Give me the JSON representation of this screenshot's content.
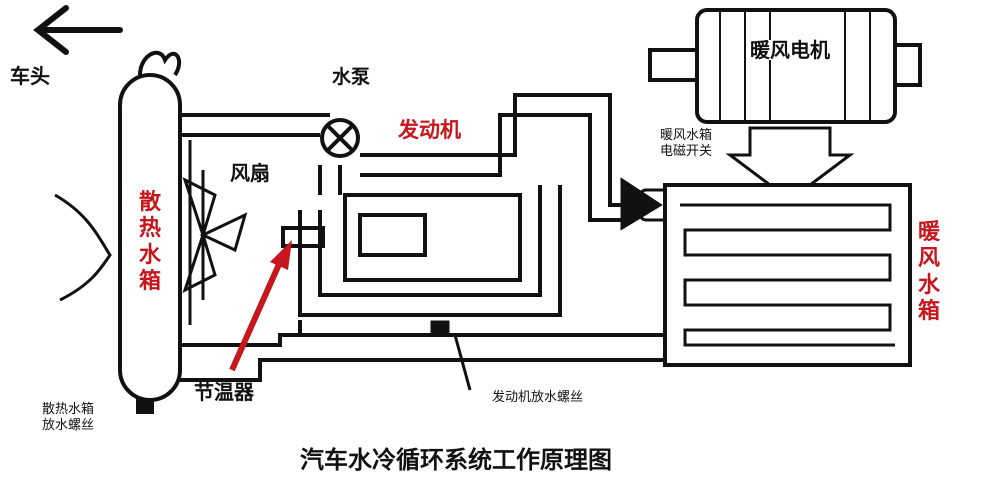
{
  "labels": {
    "front": "车头",
    "water_pump": "水泵",
    "engine": "发动机",
    "fan": "风扇",
    "heater_motor": "暖风电机",
    "heater_valve_line1": "暖风水箱",
    "heater_valve_line2": "电磁开关",
    "radiator": "散热水箱",
    "heater_core": "暖风水箱",
    "thermostat": "节温器",
    "engine_drain": "发动机放水螺丝",
    "radiator_drain_line1": "散热水箱",
    "radiator_drain_line2": "放水螺丝"
  },
  "caption": "汽车水冷循环系统工作原理图",
  "colors": {
    "line": "#111111",
    "highlight": "#c8161d",
    "background": "#ffffff"
  }
}
